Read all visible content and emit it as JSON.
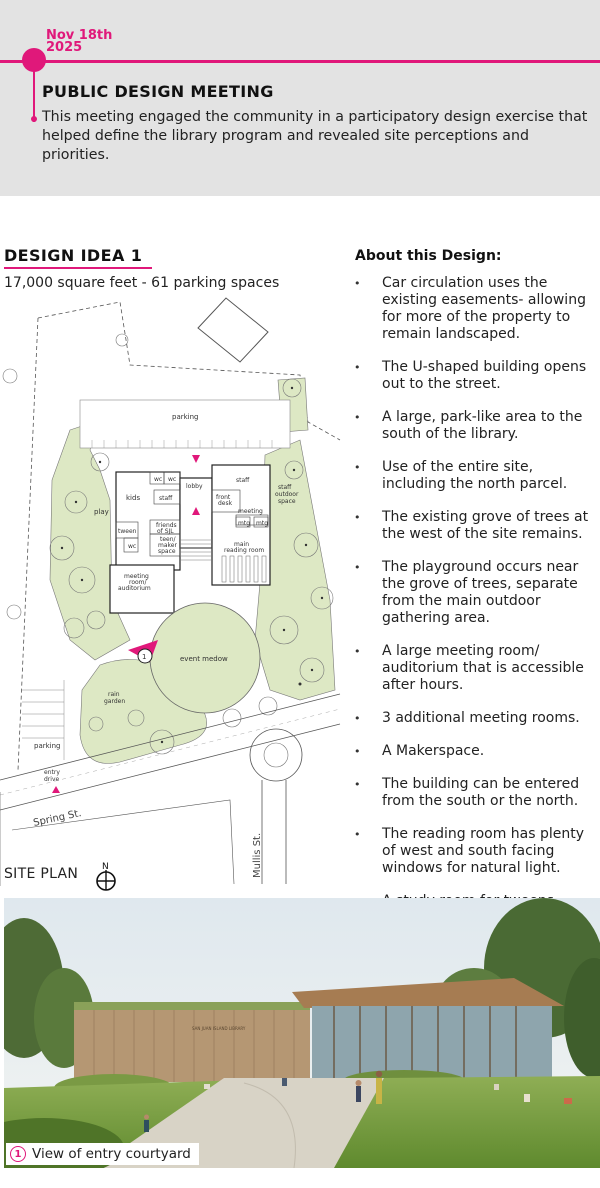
{
  "header": {
    "date": "Nov 18th 2025",
    "title": "PUBLIC DESIGN MEETING",
    "description": "This meeting engaged the community in a participatory design exercise that helped define the library program and revealed site perceptions and priorities."
  },
  "design": {
    "title": "DESIGN IDEA 1",
    "subtitle": "17,000 square feet - 61 parking spaces"
  },
  "about": {
    "title": "About this Design:",
    "items": [
      "Car circulation uses the existing easements- allowing for more of the property to remain landscaped.",
      "The U-shaped building opens out to the street.",
      "A large, park-like area to the south of the library.",
      "Use of the entire site, including the north parcel.",
      "The existing grove of trees at the west of the site remains.",
      "The playground occurs near the grove of trees, separate from the main outdoor gathering area.",
      "A large meeting room/ auditorium that is accessible after hours.",
      "3 additional meeting rooms.",
      "A Makerspace.",
      "The building can be entered from the south or the north.",
      "The reading room has plenty of west and south facing windows for natural light.",
      "A study room for tweens."
    ]
  },
  "site_plan": {
    "label": "SITE PLAN",
    "north": "N",
    "labels": {
      "parking_top": "parking",
      "wc1": "wc",
      "wc2": "wc",
      "kids": "kids",
      "staff1": "staff",
      "lobby": "lobby",
      "staff2": "staff",
      "staff_outdoor_1": "staff",
      "staff_outdoor_2": "outdoor",
      "staff_outdoor_3": "space",
      "play": "play",
      "front_desk_1": "front",
      "front_desk_2": "desk",
      "meeting": "meeting",
      "mtg1": "mtg",
      "mtg2": "mtg",
      "friends_1": "friends",
      "friends_2": "of SJL",
      "tween": "tween",
      "wc3": "wc",
      "teen_1": "teen/",
      "teen_2": "maker",
      "teen_3": "space",
      "main_reading_1": "main",
      "main_reading_2": "reading room",
      "meeting_room_1": "meeting",
      "meeting_room_2": "room/",
      "meeting_room_3": "auditorium",
      "event_medow": "event medow",
      "rain_1": "rain",
      "rain_2": "garden",
      "parking_bottom": "parking",
      "entry_1": "entry",
      "entry_2": "drive",
      "spring_st": "Spring St.",
      "mullis_st": "Mullis St.",
      "view_marker": "1"
    }
  },
  "rendering": {
    "caption_number": "1",
    "caption": "View of entry courtyard",
    "sign_text": "SAN JUAN ISLAND LIBRARY"
  },
  "colors": {
    "accent": "#e0187a",
    "header_bg": "#e3e3e3",
    "landscape": "#dde8c4"
  }
}
